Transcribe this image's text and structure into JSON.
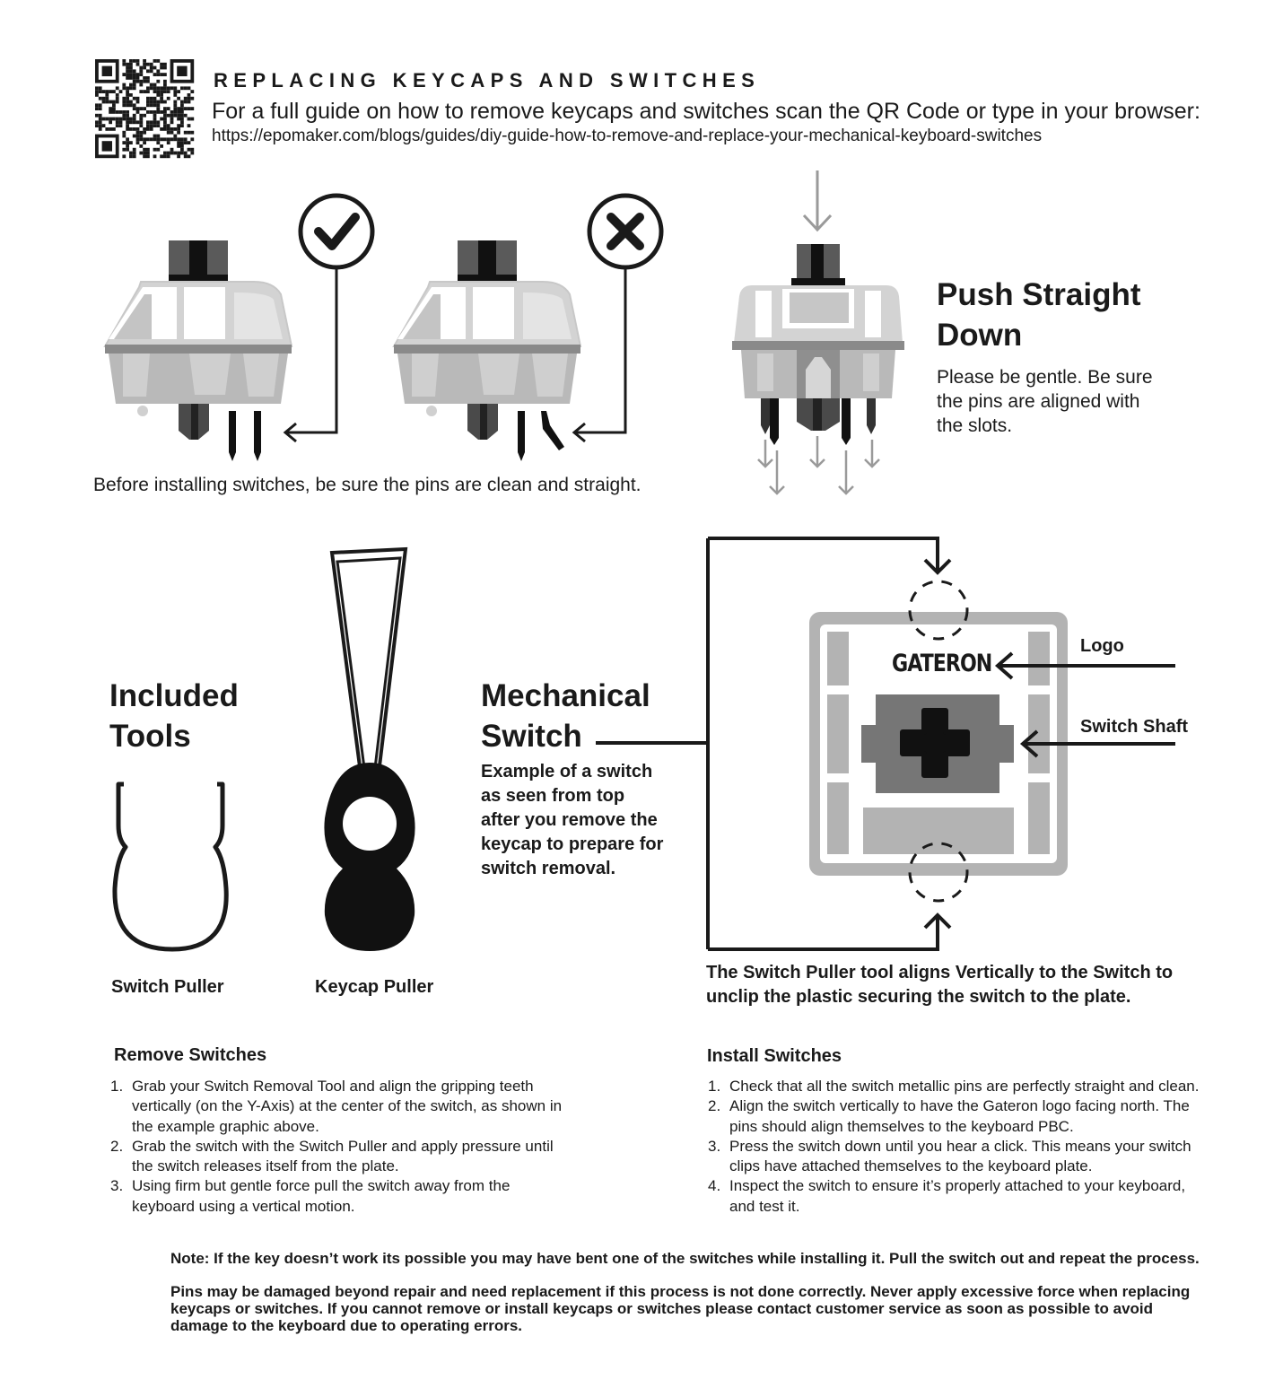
{
  "header": {
    "title": "REPLACING KEYCAPS AND SWITCHES",
    "intro": "For a full guide on how to remove keycaps and switches scan the QR Code or type in your browser:",
    "url": "https://epomaker.com/blogs/guides/diy-guide-how-to-remove-and-replace-your-mechanical-keyboard-switches"
  },
  "icons": {
    "qr": "qr-code-icon",
    "check": "checkmark-icon",
    "cross": "cross-icon",
    "warning": "exclamation-octagon-icon"
  },
  "pins_section": {
    "caption": "Before installing switches, be sure the pins are clean and straight."
  },
  "push_section": {
    "title_line1": "Push Straight",
    "title_line2": "Down",
    "body_line1": "Please be gentle. Be sure",
    "body_line2": "the pins are aligned with",
    "body_line3": "the slots."
  },
  "tools_section": {
    "title_line1": "Included",
    "title_line2": "Tools",
    "switch_puller": "Switch Puller",
    "keycap_puller": "Keycap Puller"
  },
  "switch_section": {
    "title_line1": "Mechanical",
    "title_line2": "Switch",
    "body": [
      "Example of a switch",
      "as seen from top",
      "after you remove the",
      "keycap to prepare for",
      "switch removal."
    ],
    "logo_text": "GATERON",
    "label_logo": "Logo",
    "label_shaft": "Switch Shaft",
    "caption_line1": "The Switch Puller tool aligns Vertically to the Switch to",
    "caption_line2": "unclip the plastic securing the switch to the plate."
  },
  "remove": {
    "title": "Remove Switches",
    "steps": [
      {
        "num": "1.",
        "lines": [
          "Grab your Switch Removal Tool and align the gripping teeth",
          "vertically (on the Y-Axis) at the center of the switch, as shown in",
          "the example graphic above."
        ]
      },
      {
        "num": "2.",
        "lines": [
          "Grab the switch with the Switch Puller and apply pressure until",
          "the switch releases itself from the plate."
        ]
      },
      {
        "num": "3.",
        "lines": [
          "Using firm but gentle force pull the switch away from the",
          "keyboard using a vertical motion."
        ]
      }
    ]
  },
  "install": {
    "title": "Install Switches",
    "steps": [
      {
        "num": "1.",
        "lines": [
          "Check that all the switch metallic pins are perfectly straight and clean."
        ]
      },
      {
        "num": "2.",
        "lines": [
          "Align the switch vertically to have the Gateron logo facing north. The",
          "pins should align themselves to the keyboard PBC."
        ]
      },
      {
        "num": "3.",
        "lines": [
          "Press the switch down until you hear a click. This means your switch",
          "clips have attached themselves to the keyboard plate."
        ]
      },
      {
        "num": "4.",
        "lines": [
          "Inspect the switch to ensure it’s properly attached to your keyboard,",
          "and test it."
        ]
      }
    ]
  },
  "note": {
    "line1": "Note: If the key doesn’t work its possible you may have bent one of the switches while installing it. Pull the switch out and repeat the process.",
    "para2": [
      "Pins may be damaged beyond repair and need replacement if this process is not done correctly. Never apply excessive force when replacing",
      "keycaps or switches. If you cannot remove or install keycaps or switches please contact customer service as soon as possible to avoid",
      "damage to the keyboard due to operating errors."
    ]
  },
  "colors": {
    "ink": "#1a1a1a",
    "light_gray": "#cfcfcf",
    "mid_gray": "#a9a9a9",
    "dark_gray": "#666666",
    "arrow_gray": "#9a9a9a"
  }
}
